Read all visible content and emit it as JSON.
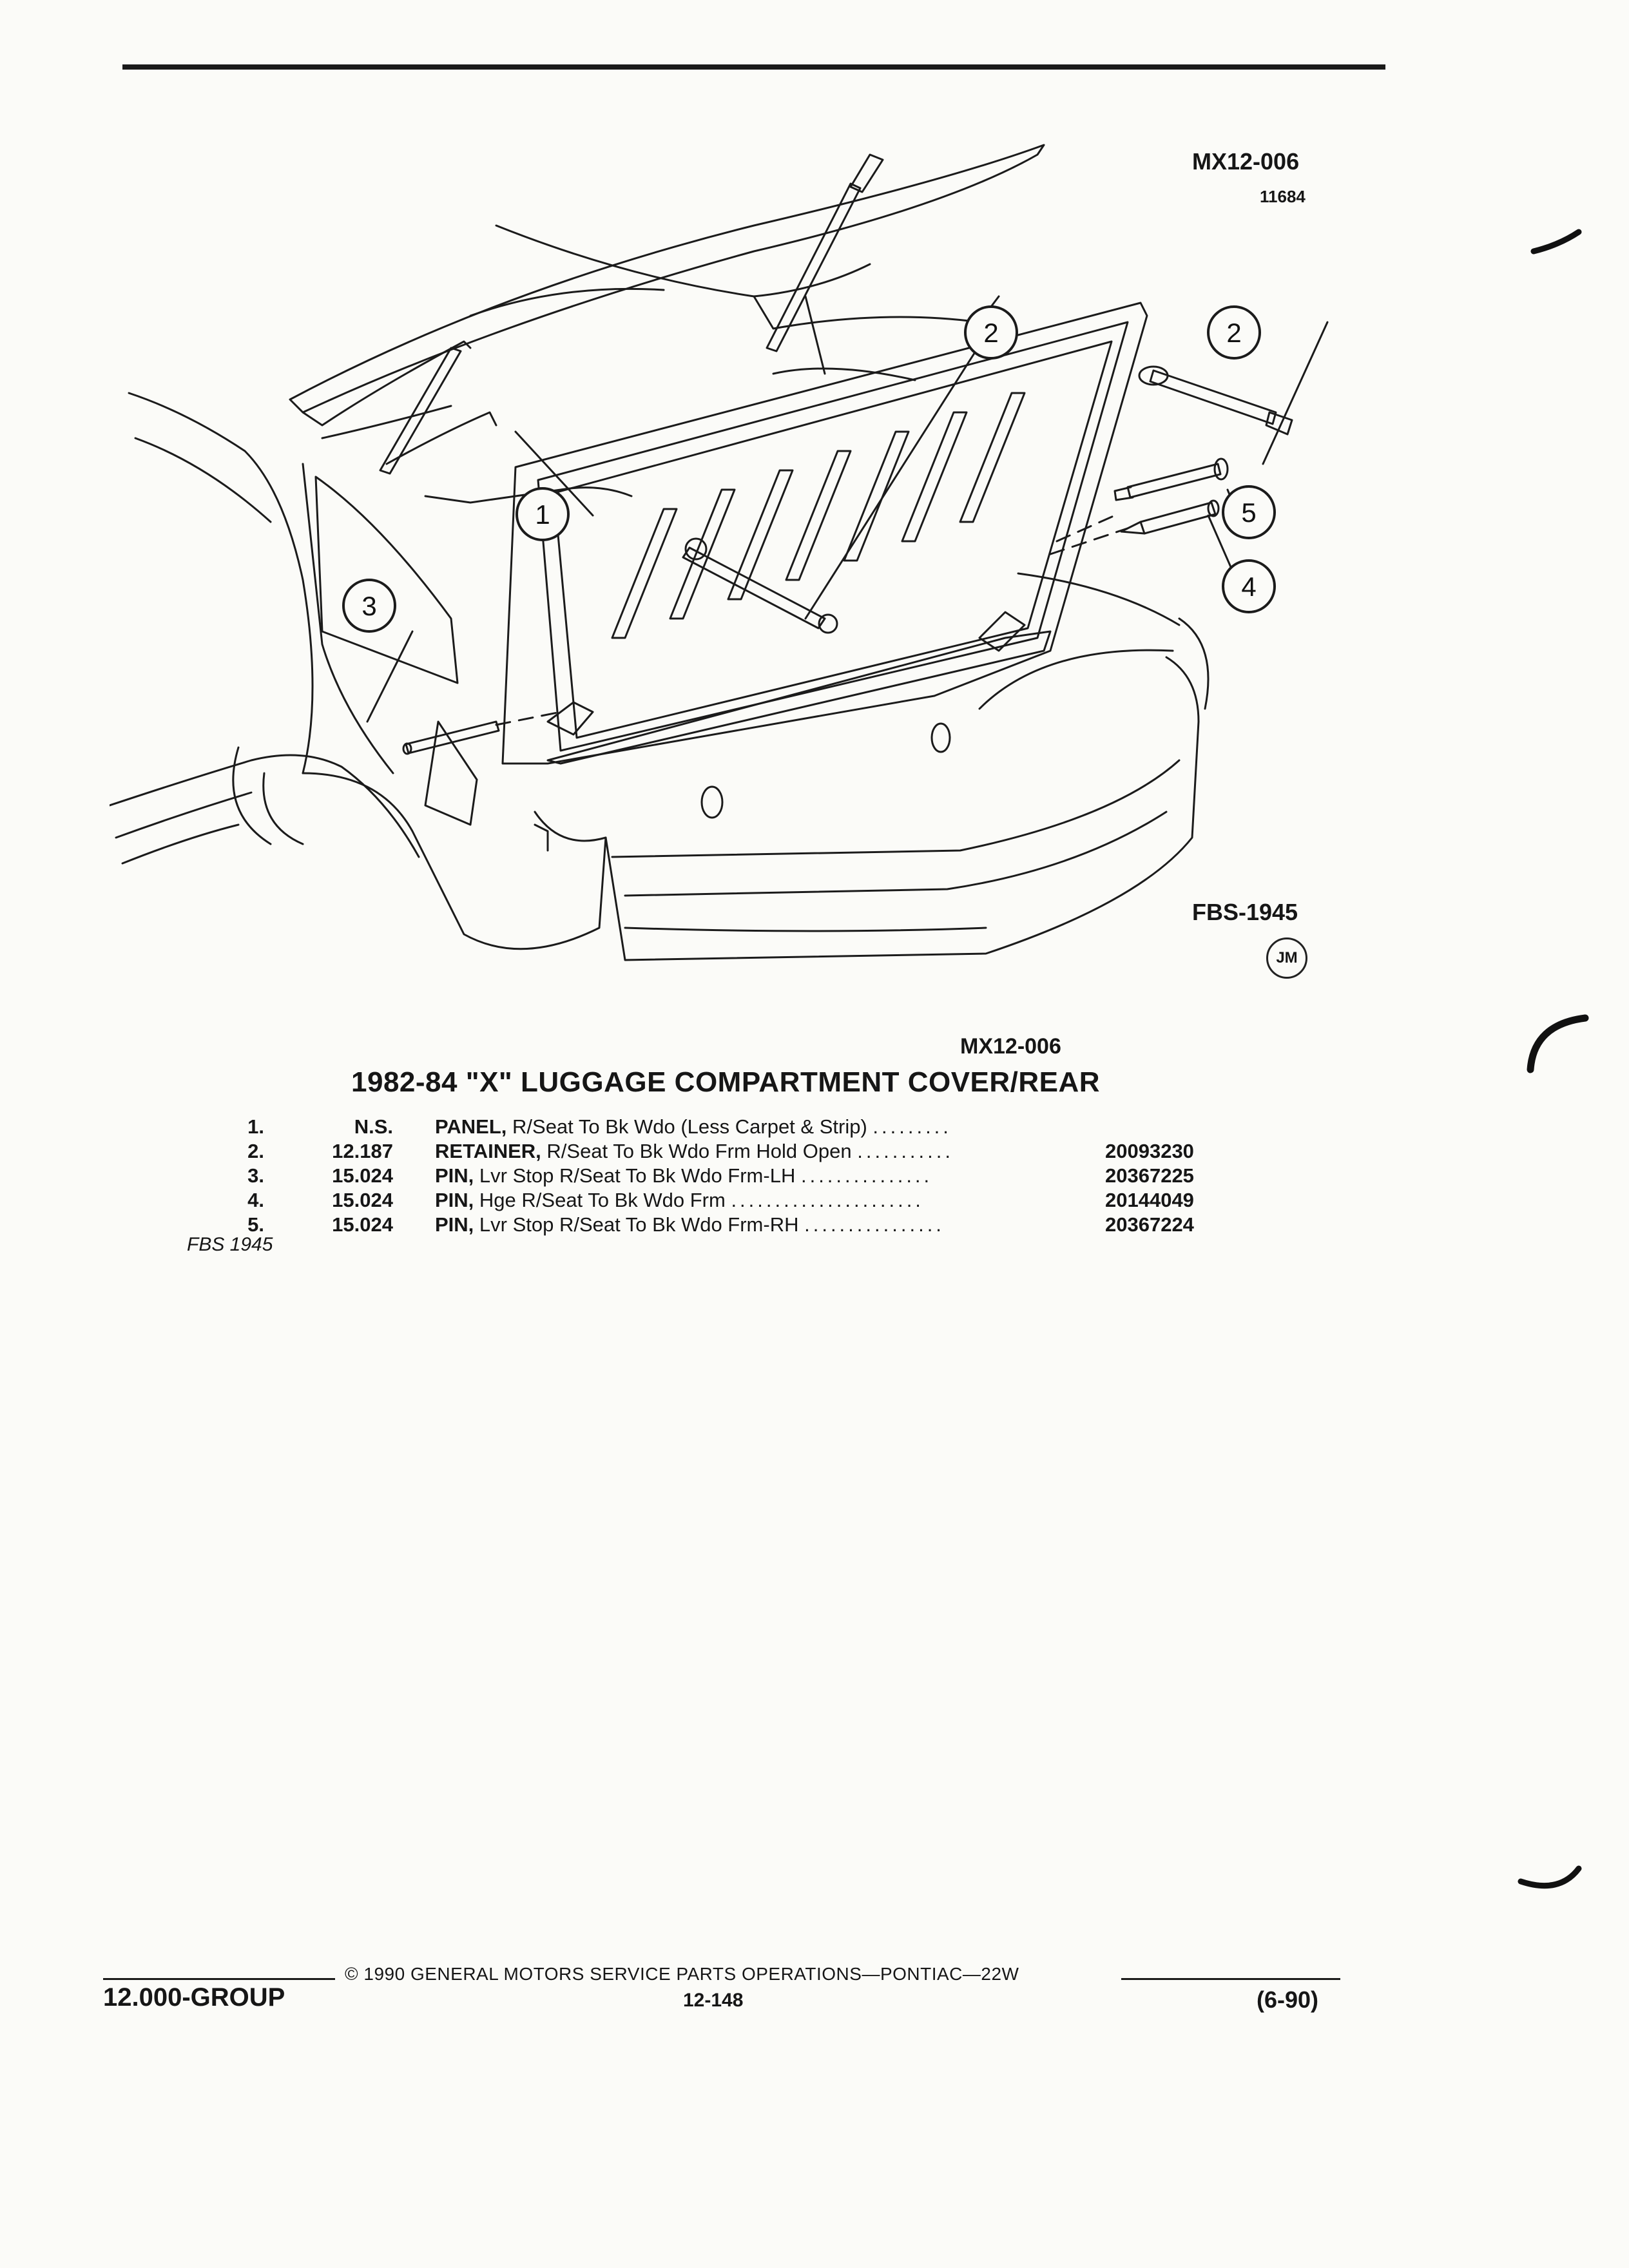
{
  "figure": {
    "ref_top": "MX12-006",
    "ref_num": "11684",
    "fbs_ref": "FBS-1945",
    "artist_mark": "JM",
    "callouts": [
      "1",
      "2",
      "2",
      "3",
      "4",
      "5"
    ]
  },
  "caption_ref": "MX12-006",
  "title": "1982-84 \"X\" LUGGAGE COMPARTMENT COVER/REAR",
  "parts": [
    {
      "no": "1.",
      "group": "N.S.",
      "name": "PANEL,",
      "desc": "R/Seat To Bk Wdo (Less Carpet & Strip)",
      "dots": ".........",
      "part_no": ""
    },
    {
      "no": "2.",
      "group": "12.187",
      "name": "RETAINER,",
      "desc": "R/Seat To Bk Wdo Frm Hold Open",
      "dots": "...........",
      "part_no": "20093230"
    },
    {
      "no": "3.",
      "group": "15.024",
      "name": "PIN,",
      "desc": "Lvr Stop R/Seat To Bk Wdo Frm-LH",
      "dots": "...............",
      "part_no": "20367225"
    },
    {
      "no": "4.",
      "group": "15.024",
      "name": "PIN,",
      "desc": "Hge R/Seat To Bk Wdo Frm",
      "dots": "......................",
      "part_no": "20144049"
    },
    {
      "no": "5.",
      "group": "15.024",
      "name": "PIN,",
      "desc": "Lvr Stop R/Seat To Bk Wdo Frm-RH",
      "dots": "................",
      "part_no": "20367224"
    }
  ],
  "fbs_footnote": "FBS 1945",
  "footer": {
    "group": "12.000-GROUP",
    "copyright": "© 1990 GENERAL MOTORS SERVICE PARTS OPERATIONS—PONTIAC—22W",
    "page": "12-148",
    "date": "(6-90)"
  }
}
